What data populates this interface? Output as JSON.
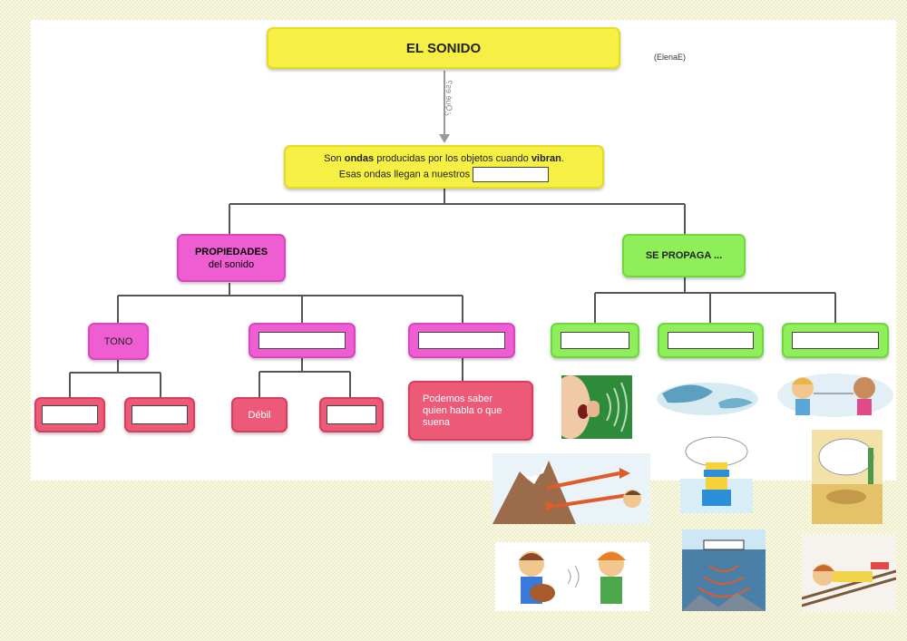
{
  "title": "EL SONIDO",
  "author": "(ElenaE)",
  "arrow_label": "¿Qué es?",
  "definition": {
    "p1": "Son ",
    "w1": "ondas",
    "p2": " producidas por los objetos cuando ",
    "w2": "vibran",
    "p3": ".",
    "line2": "Esas ondas llegan a nuestros"
  },
  "properties": {
    "label1": "PROPIEDADES",
    "label2": "del sonido"
  },
  "propaga": {
    "label": "SE PROPAGA ..."
  },
  "tono": {
    "label": "TONO"
  },
  "debil": {
    "label": "Débil"
  },
  "timbre_text": "Podemos saber quien  habla o que suena",
  "colors": {
    "yellow": "#f6f044",
    "magenta": "#ee5ed2",
    "pinkred": "#ec5a78",
    "green": "#8fef5a",
    "line": "#555555",
    "arrow": "#9a9a9a"
  }
}
